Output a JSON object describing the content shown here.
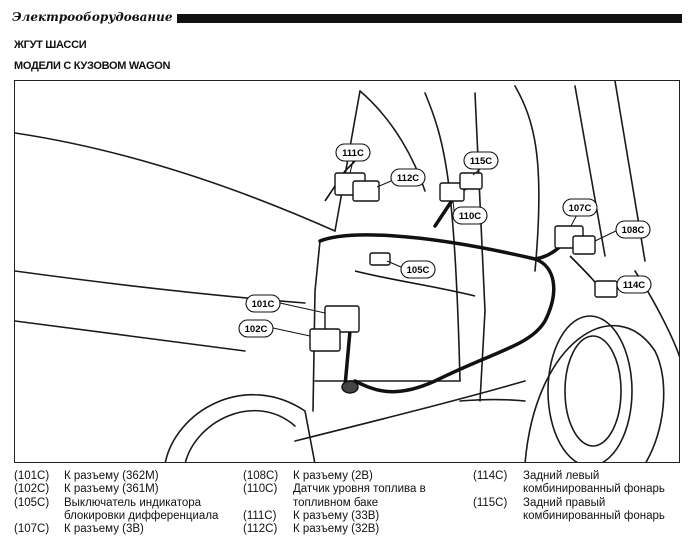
{
  "header": {
    "section": "Электрооборудование"
  },
  "titles": {
    "main": "ЖГУТ ШАССИ",
    "sub": "МОДЕЛИ С КУЗОВОМ WAGON"
  },
  "callouts": {
    "c101": "101C",
    "c102": "102C",
    "c105": "105C",
    "c107": "107C",
    "c108": "108C",
    "c110": "110C",
    "c111": "111C",
    "c112": "112C",
    "c114": "114C",
    "c115": "115C"
  },
  "legend": {
    "col1": [
      {
        "code": "(101C)",
        "desc": "К разъему (362М)"
      },
      {
        "code": "(102C)",
        "desc": "К разъему (361М)"
      },
      {
        "code": "(105C)",
        "desc": "Выключатель индикатора блокировки дифференциала"
      },
      {
        "code": "(107C)",
        "desc": "К разъему (3В)"
      }
    ],
    "col2": [
      {
        "code": "(108C)",
        "desc": "К разъему (2В)"
      },
      {
        "code": "(110C)",
        "desc": "Датчик уровня топлива в топливном баке"
      },
      {
        "code": "(111C)",
        "desc": "К разъему (33В)"
      },
      {
        "code": "(112C)",
        "desc": "К разъему (32В)"
      }
    ],
    "col3": [
      {
        "code": "(114C)",
        "desc": "Задний левый комбинированный фонарь"
      },
      {
        "code": "(115C)",
        "desc": "Задний правый комбинированный фонарь"
      }
    ]
  }
}
